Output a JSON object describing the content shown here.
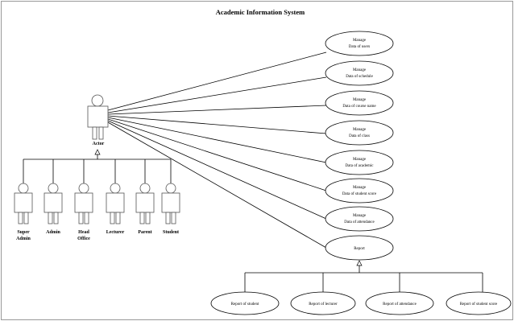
{
  "title": "Academic Information System",
  "actor": {
    "label": "Actor"
  },
  "sub_actors": [
    {
      "label": "Super",
      "label2": "Admin"
    },
    {
      "label": "Admin",
      "label2": ""
    },
    {
      "label": "Head",
      "label2": "Office"
    },
    {
      "label": "Lecturer",
      "label2": ""
    },
    {
      "label": "Parent",
      "label2": ""
    },
    {
      "label": "Student",
      "label2": ""
    }
  ],
  "use_cases": [
    {
      "line1": "Manage",
      "line2": "Data of users"
    },
    {
      "line1": "Manage",
      "line2": "Data of schedule"
    },
    {
      "line1": "Manage",
      "line2": "Data of course name"
    },
    {
      "line1": "Manage",
      "line2": "Data of class"
    },
    {
      "line1": "Manage",
      "line2": "Data of academic"
    },
    {
      "line1": "Manage",
      "line2": "Data of student score"
    },
    {
      "line1": "Manage",
      "line2": "Data of attendance"
    },
    {
      "line1": "Report",
      "line2": ""
    }
  ],
  "reports": [
    {
      "label": "Report of student"
    },
    {
      "label": "Report of lecturer"
    },
    {
      "label": "Report of attendance"
    },
    {
      "label": "Report of student score"
    }
  ]
}
